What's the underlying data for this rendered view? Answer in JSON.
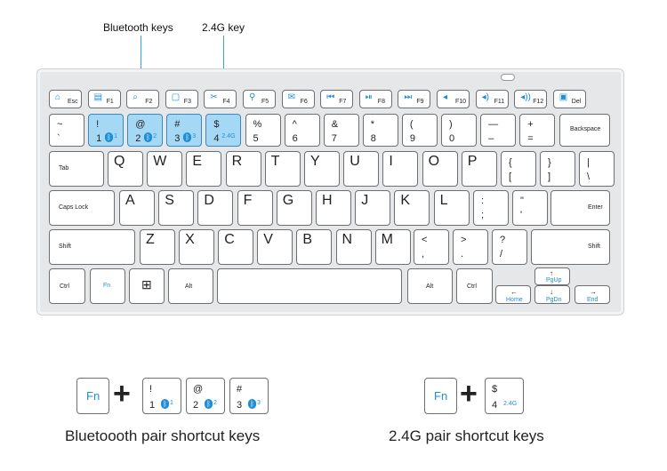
{
  "callouts": {
    "bluetooth": "Bluetooth keys",
    "g24": "2.4G key"
  },
  "colors": {
    "highlight": "#a5d8f5",
    "accent": "#1e8fd6"
  },
  "captions": {
    "bluetooth_pair": "Bluetoooth pair shortcut keys",
    "g24_pair": "2.4G pair shortcut keys"
  },
  "fn_label": "Fn",
  "fn_row": [
    {
      "icon": "home-icon",
      "label": "Esc"
    },
    {
      "icon": "document-icon",
      "label": "F1"
    },
    {
      "icon": "search-file-icon",
      "label": "F2"
    },
    {
      "icon": "file-icon",
      "label": "F3"
    },
    {
      "icon": "cut-icon",
      "label": "F4"
    },
    {
      "icon": "search-icon",
      "label": "F5"
    },
    {
      "icon": "mail-icon",
      "label": "F6"
    },
    {
      "icon": "previous-track-icon",
      "label": "F7"
    },
    {
      "icon": "play-pause-icon",
      "label": "F8"
    },
    {
      "icon": "next-track-icon",
      "label": "F9"
    },
    {
      "icon": "mute-icon",
      "label": "F10"
    },
    {
      "icon": "volume-down-icon",
      "label": "F11"
    },
    {
      "icon": "volume-up-icon",
      "label": "F12"
    },
    {
      "icon": "lock-icon",
      "label": "Del"
    }
  ],
  "num_row": [
    {
      "top": "~",
      "bottom": "`"
    },
    {
      "top": "!",
      "bottom": "1",
      "fn": "1",
      "bt": true
    },
    {
      "top": "@",
      "bottom": "2",
      "fn": "2",
      "bt": true
    },
    {
      "top": "#",
      "bottom": "3",
      "fn": "3",
      "bt": true
    },
    {
      "top": "$",
      "bottom": "4",
      "fn": "2.4G"
    },
    {
      "top": "%",
      "bottom": "5"
    },
    {
      "top": "^",
      "bottom": "6"
    },
    {
      "top": "&",
      "bottom": "7"
    },
    {
      "top": "*",
      "bottom": "8"
    },
    {
      "top": "(",
      "bottom": "9"
    },
    {
      "top": ")",
      "bottom": "0"
    },
    {
      "top": "—",
      "bottom": "–"
    },
    {
      "top": "+",
      "bottom": "="
    }
  ],
  "backspace": "Backspace",
  "tab": "Tab",
  "qwerty": [
    "Q",
    "W",
    "E",
    "R",
    "T",
    "Y",
    "U",
    "I",
    "O",
    "P"
  ],
  "brackets": [
    {
      "top": "{",
      "bottom": "["
    },
    {
      "top": "}",
      "bottom": "]"
    },
    {
      "top": "|",
      "bottom": "\\"
    }
  ],
  "caps": "Caps Lock",
  "home_row": [
    "A",
    "S",
    "D",
    "F",
    "G",
    "H",
    "J",
    "K",
    "L"
  ],
  "home_punct": [
    {
      "top": ":",
      "bottom": ";"
    },
    {
      "top": "\"",
      "bottom": "'"
    }
  ],
  "enter": "Enter",
  "shift": "Shift",
  "bottom_letters": [
    "Z",
    "X",
    "C",
    "V",
    "B",
    "N",
    "M"
  ],
  "bottom_punct": [
    {
      "top": "<",
      "bottom": ","
    },
    {
      "top": ">",
      "bottom": "."
    },
    {
      "top": "?",
      "bottom": "/"
    }
  ],
  "ctrl": "Ctrl",
  "alt": "Alt",
  "nav": {
    "pgup": "PgUp",
    "pgdn": "PgDn",
    "home": "Home",
    "end": "End"
  },
  "legend_bt": [
    {
      "top": "!",
      "bottom": "1",
      "fn": "1"
    },
    {
      "top": "@",
      "bottom": "2",
      "fn": "2"
    },
    {
      "top": "#",
      "bottom": "3",
      "fn": "3"
    }
  ],
  "legend_24": {
    "top": "$",
    "bottom": "4",
    "fn": "2.4G"
  }
}
